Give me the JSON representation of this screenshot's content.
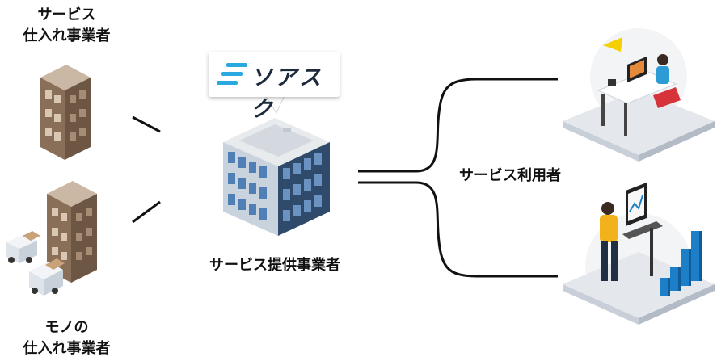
{
  "labels": {
    "service_supplier_line1": "サービス",
    "service_supplier_line2": "仕入れ事業者",
    "goods_supplier_line1": "モノの",
    "goods_supplier_line2": "仕入れ事業者",
    "service_provider": "サービス提供事業者",
    "service_users": "サービス利用者"
  },
  "logo": {
    "text": "ソアスク"
  },
  "colors": {
    "logo_accent": "#2aa9e0",
    "building_brown": "#8a6f58",
    "building_blue": "#3e6a9a",
    "connector": "#111111",
    "chart_blue": "#1c7fc8"
  }
}
